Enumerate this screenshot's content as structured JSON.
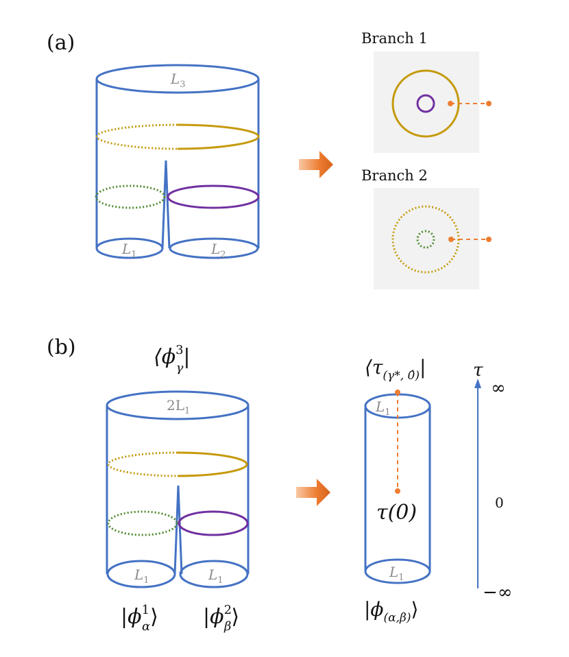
{
  "panel_a": {
    "label": "(a)",
    "top_label": "L",
    "top_sub": "3",
    "left_label": "L",
    "left_sub": "1",
    "right_label": "L",
    "right_sub": "2",
    "branch1": "Branch 1",
    "branch2": "Branch 2"
  },
  "panel_b": {
    "label": "(b)",
    "top_state": "⟨ϕ",
    "top_state_sup": "3",
    "top_state_sub": "γ",
    "top_state_end": "|",
    "top_label": "2L",
    "top_label_sub": "1",
    "left_bottom": "L",
    "left_bottom_sub": "1",
    "right_bottom": "L",
    "right_bottom_sub": "1",
    "left_state": "|ϕ",
    "left_state_sup": "1",
    "left_state_sub": "α",
    "left_state_end": "⟩",
    "right_state": "|ϕ",
    "right_state_sup": "2",
    "right_state_sub": "β",
    "right_state_end": "⟩",
    "tube_top_state": "⟨τ",
    "tube_top_sub": "(γ*, 0̂)",
    "tube_top_end": "|",
    "tube_top_label": "L",
    "tube_top_label_sub": "1",
    "tube_bottom_label": "L",
    "tube_bottom_label_sub": "1",
    "tube_bottom_state": "|ϕ",
    "tube_bottom_sub": "(α,β)",
    "tube_bottom_end": "⟩",
    "tau_zero": "τ(0)",
    "axis_name": "τ",
    "axis_top": "∞",
    "axis_mid": "0",
    "axis_bottom": "−∞"
  },
  "colors": {
    "blue": "#4472c4",
    "gold": "#c59a0c",
    "purple": "#7030a0",
    "green": "#4e8a2e",
    "orange": "#ed7d31",
    "panel_bg": "#f2f2f2"
  }
}
